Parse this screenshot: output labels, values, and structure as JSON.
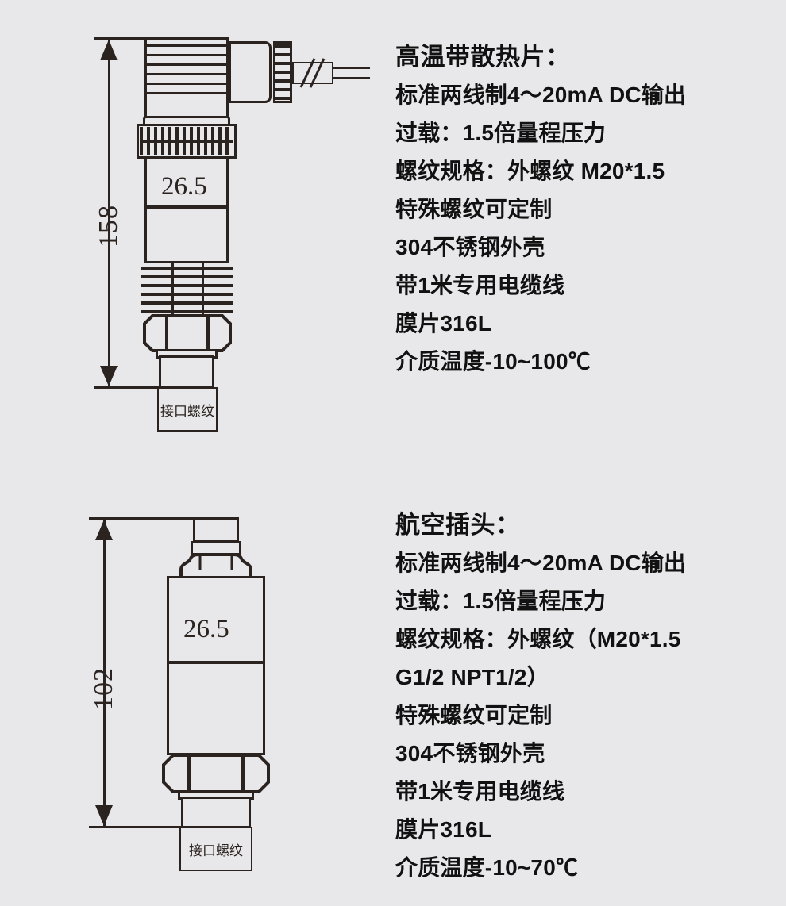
{
  "page": {
    "background_color": "#e8e7e9",
    "line_color": "#2b2320",
    "text_color": "#111111"
  },
  "figures": [
    {
      "id": "high-temp-heatsink-sensor",
      "dimension_height_label": "158",
      "body_diameter_label": "26.5",
      "interface_caption": "接口螺纹"
    },
    {
      "id": "aviation-plug-sensor",
      "dimension_height_label": "102",
      "body_diameter_label": "26.5",
      "interface_caption": "接口螺纹"
    }
  ],
  "specs": [
    {
      "title": "高温带散热片：",
      "lines": [
        "标准两线制4～20mA DC输出",
        "过载：1.5倍量程压力",
        "螺纹规格：外螺纹 M20*1.5",
        "特殊螺纹可定制",
        "304不锈钢外壳",
        "带1米专用电缆线",
        "膜片316L",
        "介质温度-10~100℃"
      ]
    },
    {
      "title": "航空插头：",
      "lines": [
        "标准两线制4～20mA DC输出",
        "过载：1.5倍量程压力",
        "螺纹规格：外螺纹（M20*1.5",
        "G1/2 NPT1/2）",
        "特殊螺纹可定制",
        "304不锈钢外壳",
        "带1米专用电缆线",
        "膜片316L",
        "介质温度-10~70℃"
      ]
    }
  ]
}
